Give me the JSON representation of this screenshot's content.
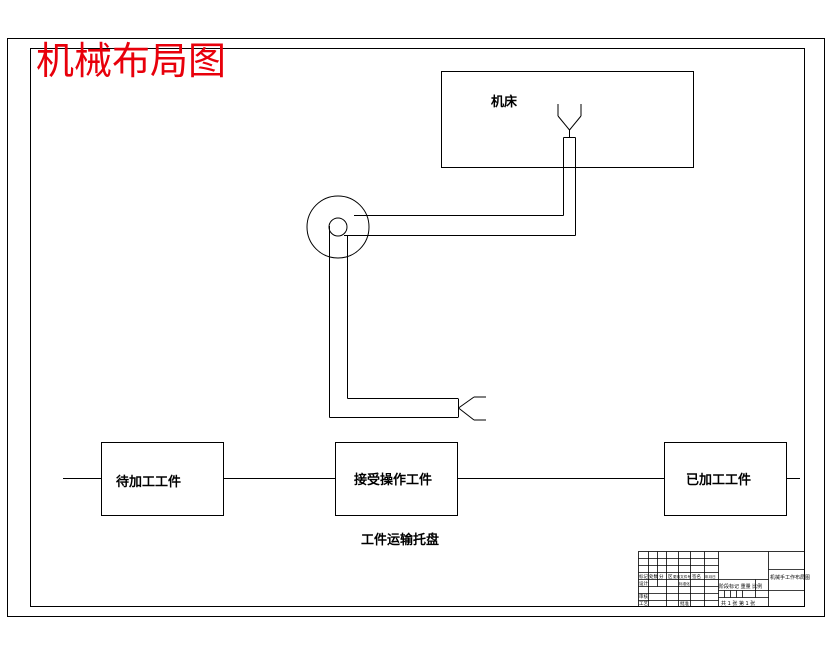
{
  "drawing": {
    "title": "机械布局图",
    "title_color": "#e8000b",
    "line_color": "#000000",
    "machine_label": "机床",
    "stations": {
      "unprocessed": "待加工工件",
      "handling": "接受操作工件",
      "processed": "已加工工件"
    },
    "conveyor_label": "工件运输托盘"
  },
  "title_block": {
    "rows_left": [
      [
        "标记",
        "处数",
        "分",
        "区",
        "更改文件号",
        "签名",
        "年月日"
      ],
      [
        "设计",
        "",
        "",
        "标准化",
        "",
        "",
        ""
      ],
      [
        "审核",
        "",
        "",
        "",
        "",
        "",
        ""
      ],
      [
        "工艺",
        "",
        "",
        "批准",
        "",
        "",
        ""
      ]
    ],
    "middle_label": "阶段标记 重量 比例",
    "sheet_info": "共 1 张 第 1 张",
    "drawing_name": "机械手工作布局图"
  }
}
